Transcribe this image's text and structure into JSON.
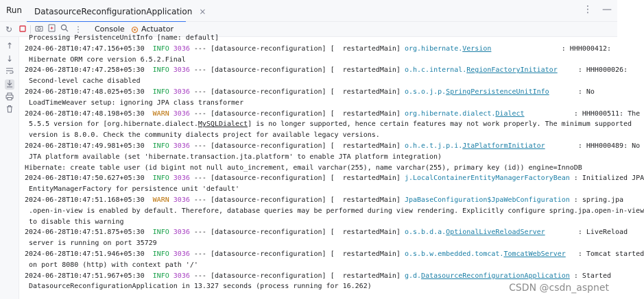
{
  "window": {
    "panel_title": "Run",
    "tab_label": "DatasourceReconfigurationApplication",
    "tab_close": "×",
    "more_icon": "⋮",
    "minimize_icon": "—"
  },
  "toolbar": {
    "console_label": "Console",
    "actuator_label": "Actuator"
  },
  "log_lines": [
    {
      "cont": "Processing PersistenceUnitInfo [name: default]"
    },
    {
      "ts": "2024-06-28T10:47:47.156+05:30",
      "level": "INFO",
      "pid": "3036",
      "mid": " --- [datasource-reconfiguration] [  restartedMain] ",
      "logger_plain": "org.hibernate.",
      "logger_link": "Version",
      "pad": "                ",
      "msg": " : HHH000412:"
    },
    {
      "cont": "Hibernate ORM core version 6.5.2.Final"
    },
    {
      "ts": "2024-06-28T10:47:47.258+05:30",
      "level": "INFO",
      "pid": "3036",
      "mid": " --- [datasource-reconfiguration] [  restartedMain] ",
      "logger_plain": "o.h.c.internal.",
      "logger_link": "RegionFactoryInitiator",
      "pad": "    ",
      "msg": " : HHH000026:"
    },
    {
      "cont": "Second-level cache disabled"
    },
    {
      "ts": "2024-06-28T10:47:48.025+05:30",
      "level": "INFO",
      "pid": "3036",
      "mid": " --- [datasource-reconfiguration] [  restartedMain] ",
      "logger_plain": "o.s.o.j.p.",
      "logger_link": "SpringPersistenceUnitInfo",
      "pad": "      ",
      "msg": " : No"
    },
    {
      "cont": "LoadTimeWeaver setup: ignoring JPA class transformer"
    },
    {
      "ts": "2024-06-28T10:47:48.198+05:30",
      "level": "WARN",
      "pid": "3036",
      "mid": " --- [datasource-reconfiguration] [  restartedMain] ",
      "logger_plain": "org.hibernate.dialect.",
      "logger_link": "Dialect",
      "pad": "           ",
      "msg": " : HHH000511: The"
    },
    {
      "cont_pre": "5.5.5 version for [org.hibernate.dialect.",
      "cont_u": "MySQLDialect",
      "cont_post": "] is no longer supported, hence certain features may not work properly. The minimum supported"
    },
    {
      "cont": "version is 8.0.0. Check the community dialects project for available legacy versions."
    },
    {
      "ts": "2024-06-28T10:47:49.981+05:30",
      "level": "INFO",
      "pid": "3036",
      "mid": " --- [datasource-reconfiguration] [  restartedMain] ",
      "logger_plain": "o.h.e.t.j.p.i.",
      "logger_link": "JtaPlatformInitiator",
      "pad": "       ",
      "msg": " : HHH000489: No"
    },
    {
      "cont": "JTA platform available (set 'hibernate.transaction.jta.platform' to enable JTA platform integration)"
    },
    {
      "raw": "Hibernate: create table user (id bigint not null auto_increment, email varchar(255), name varchar(255), primary key (id)) engine=InnoDB"
    },
    {
      "ts": "2024-06-28T10:47:50.627+05:30",
      "level": "INFO",
      "pid": "3036",
      "mid": " --- [datasource-reconfiguration] [  restartedMain] ",
      "logger_plain": "j.LocalContainerEntityManagerFactoryBean",
      "logger_link": "",
      "pad": "",
      "msg": " : Initialized JPA"
    },
    {
      "cont": "EntityManagerFactory for persistence unit 'default'"
    },
    {
      "ts": "2024-06-28T10:47:51.168+05:30",
      "level": "WARN",
      "pid": "3036",
      "mid": " --- [datasource-reconfiguration] [  restartedMain] ",
      "logger_plain": "JpaBaseConfiguration$JpaWebConfiguration",
      "logger_link": "",
      "pad": "",
      "msg": " : spring.jpa"
    },
    {
      "cont": ".open-in-view is enabled by default. Therefore, database queries may be performed during view rendering. Explicitly configure spring.jpa.open-in-view"
    },
    {
      "cont": "to disable this warning"
    },
    {
      "ts": "2024-06-28T10:47:51.875+05:30",
      "level": "INFO",
      "pid": "3036",
      "mid": " --- [datasource-reconfiguration] [  restartedMain] ",
      "logger_plain": "o.s.b.d.a.",
      "logger_link": "OptionalLiveReloadServer",
      "pad": "       ",
      "msg": " : LiveReload"
    },
    {
      "cont": "server is running on port 35729"
    },
    {
      "ts": "2024-06-28T10:47:51.946+05:30",
      "level": "INFO",
      "pid": "3036",
      "mid": " --- [datasource-reconfiguration] [  restartedMain] ",
      "logger_plain": "o.s.b.w.embedded.tomcat.",
      "logger_link": "TomcatWebServer",
      "pad": "  ",
      "msg": " : Tomcat started"
    },
    {
      "cont": "on port 8080 (http) with context path '/'"
    },
    {
      "ts": "2024-06-28T10:47:51.967+05:30",
      "level": "INFO",
      "pid": "3036",
      "mid": " --- [datasource-reconfiguration] [  restartedMain] ",
      "logger_plain": "g.d.",
      "logger_link": "DatasourceReconfigurationApplication",
      "pad": "",
      "msg": " : Started"
    },
    {
      "cont": "DatasourceReconfigurationApplication in 13.327 seconds (process running for 16.262)"
    }
  ],
  "watermark": "CSDN @csdn_aspnet",
  "colors": {
    "info": "#18a049",
    "warn": "#b96d00",
    "pid": "#a63fc1",
    "logger": "#1a7ea6",
    "accent": "#3574f0"
  }
}
